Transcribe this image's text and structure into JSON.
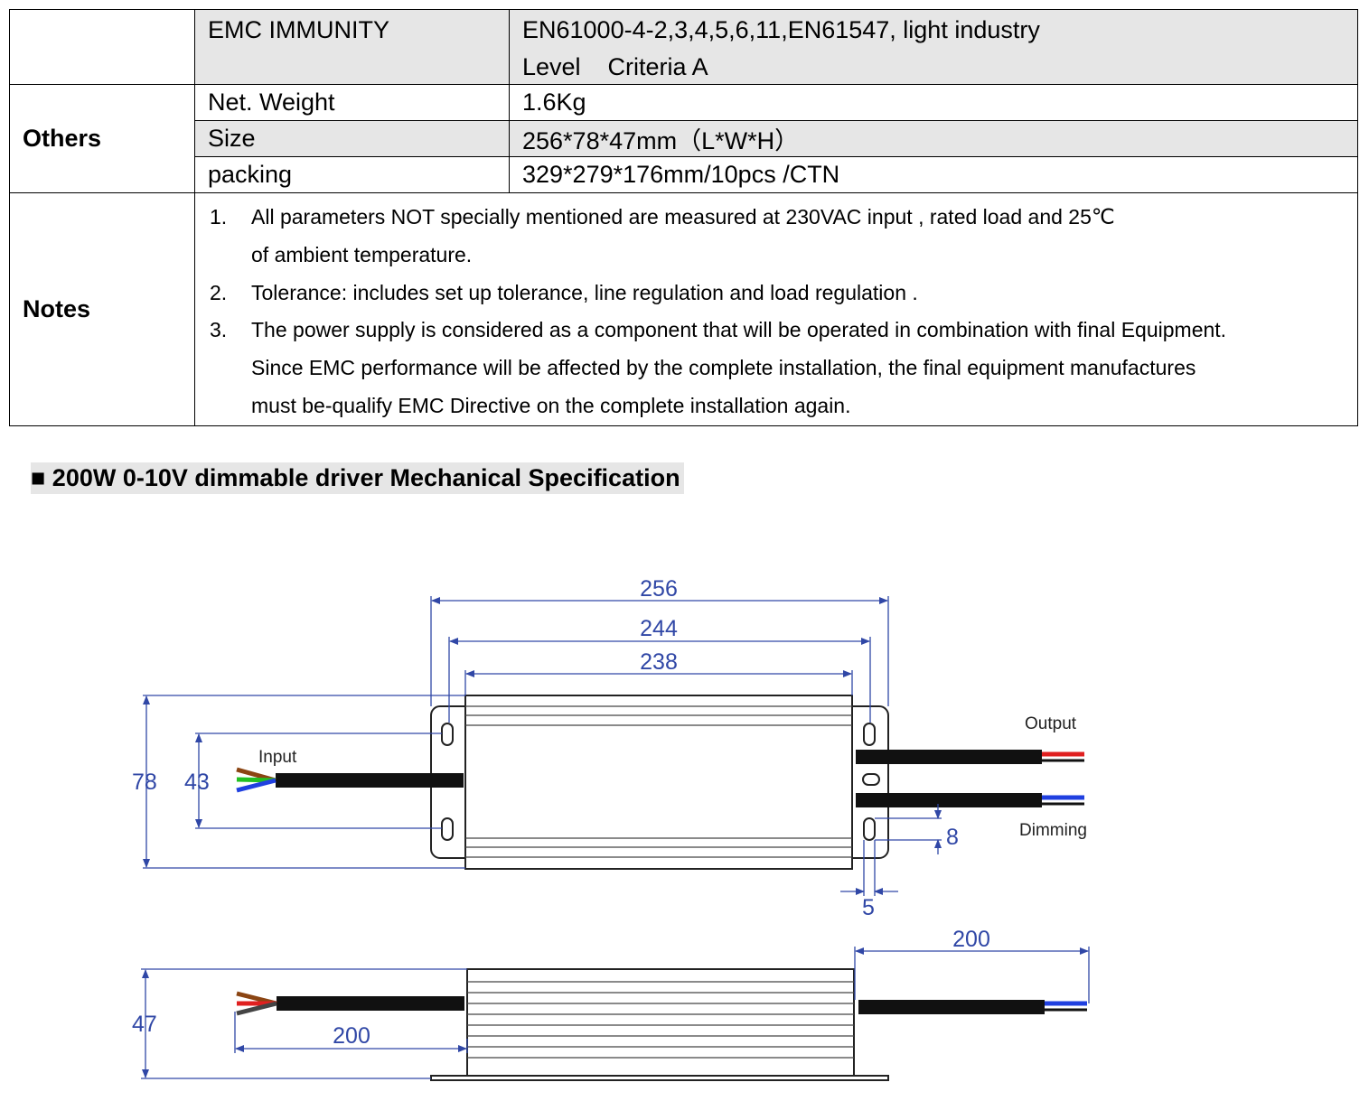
{
  "table": {
    "emc": {
      "label": "EMC IMMUNITY",
      "value_line1": "EN61000-4-2,3,4,5,6,11,EN61547, light industry",
      "value_line2": "Level    Criteria A"
    },
    "others": {
      "group": "Others",
      "rows": [
        {
          "label": "Net. Weight",
          "value": "1.6Kg"
        },
        {
          "label": "Size",
          "value": "256*78*47mm（L*W*H）"
        },
        {
          "label": "packing",
          "value": "329*279*176mm/10pcs /CTN"
        }
      ]
    },
    "notes": {
      "group": "Notes",
      "items": [
        {
          "num": "1.",
          "line1": "All parameters NOT specially mentioned are measured at 230VAC input , rated load and 25℃",
          "line2": "of ambient temperature."
        },
        {
          "num": "2.",
          "line1": "Tolerance: includes set up tolerance, line regulation and load regulation .",
          "line2": ""
        },
        {
          "num": "3.",
          "line1": "The power supply is considered as a component that will be operated in combination with final Equipment.",
          "line2": "Since EMC performance will be affected by the complete installation, the final equipment manufactures",
          "line3": "must be-qualify EMC Directive on the complete installation again."
        }
      ]
    }
  },
  "section_heading": "■ 200W 0-10V dimmable driver Mechanical Specification",
  "drawing": {
    "top_view": {
      "overall_length": "256",
      "hole_spacing_length": "244",
      "body_length": "238",
      "overall_width": "78",
      "hole_spacing_width": "43",
      "slot_length": "8",
      "slot_width": "5",
      "input_label": "Input",
      "output_label": "Output",
      "dimming_label": "Dimming"
    },
    "side_view": {
      "height": "47",
      "input_cable_length": "200",
      "output_cable_length": "200"
    },
    "colors": {
      "dimension": "#3047a6",
      "wire_red": "#e02020",
      "wire_green": "#22c022",
      "wire_blue": "#2040e0",
      "wire_brown": "#8b4513",
      "wire_white": "#ffffff"
    }
  }
}
